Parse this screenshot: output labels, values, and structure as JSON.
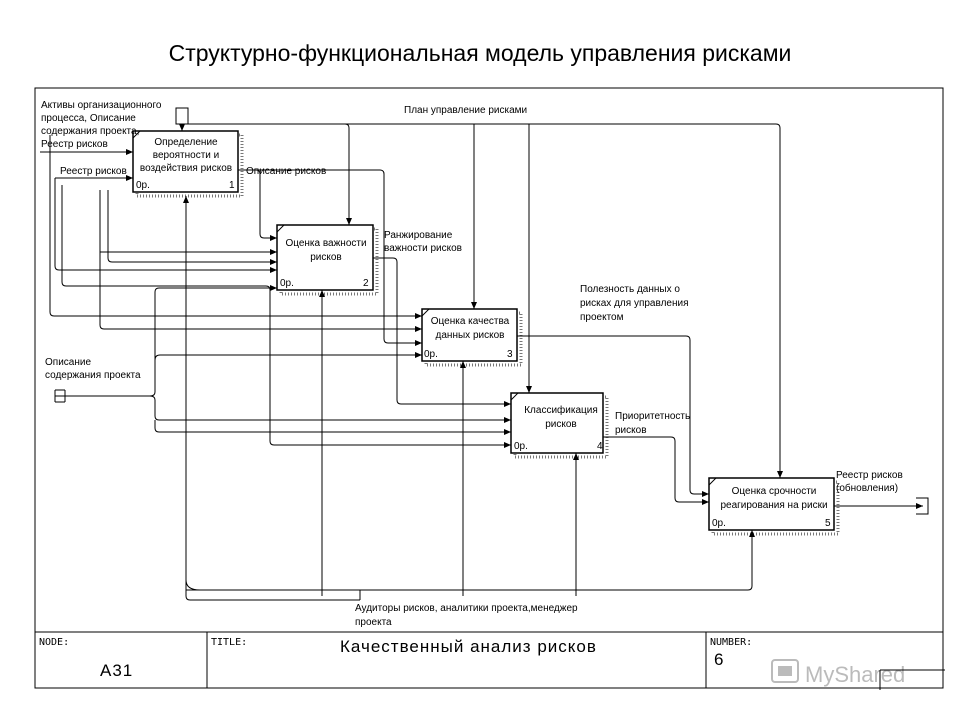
{
  "slide_title": "Структурно-функциональная модель управления рисками",
  "inputs": {
    "assets": [
      "Активы организационного",
      "процесса, Описание",
      "содержания проекта,",
      "Реестр рисков"
    ],
    "registry": "Реестр рисков",
    "scope": [
      "Описание",
      "содержания проекта"
    ],
    "plan": "План управление рисками"
  },
  "boxes": [
    {
      "lines": [
        "Определение",
        "вероятности и",
        "воздействия рисков"
      ],
      "cost": "0р.",
      "num": "1"
    },
    {
      "lines": [
        "Оценка важности",
        "рисков"
      ],
      "cost": "0р.",
      "num": "2"
    },
    {
      "lines": [
        "Оценка качества",
        "данных рисков"
      ],
      "cost": "0р.",
      "num": "3"
    },
    {
      "lines": [
        "Классификация",
        "рисков"
      ],
      "cost": "0р.",
      "num": "4"
    },
    {
      "lines": [
        "Оценка срочности",
        "реагирования на риски"
      ],
      "cost": "0р.",
      "num": "5"
    }
  ],
  "arrows": {
    "risk_desc": "Описание рисков",
    "ranking": [
      "Ранжирование",
      "важности рисков"
    ],
    "usefulness": [
      "Полезность данных о",
      "рисках для управления",
      "проектом"
    ],
    "priority": [
      "Приоритетность",
      "рисков"
    ],
    "output": [
      "Реестр рисков",
      "(обновления)"
    ],
    "mechanism": [
      "Аудиторы рисков,  аналитики проекта,менеджер",
      "проекта"
    ]
  },
  "footer": {
    "node_label": "NODE:",
    "node_value": "A31",
    "title_label": "TITLE:",
    "title_value": "Качественный анализ  рисков",
    "number_label": "NUMBER:",
    "number_value": "6"
  },
  "watermark": "MyShared"
}
